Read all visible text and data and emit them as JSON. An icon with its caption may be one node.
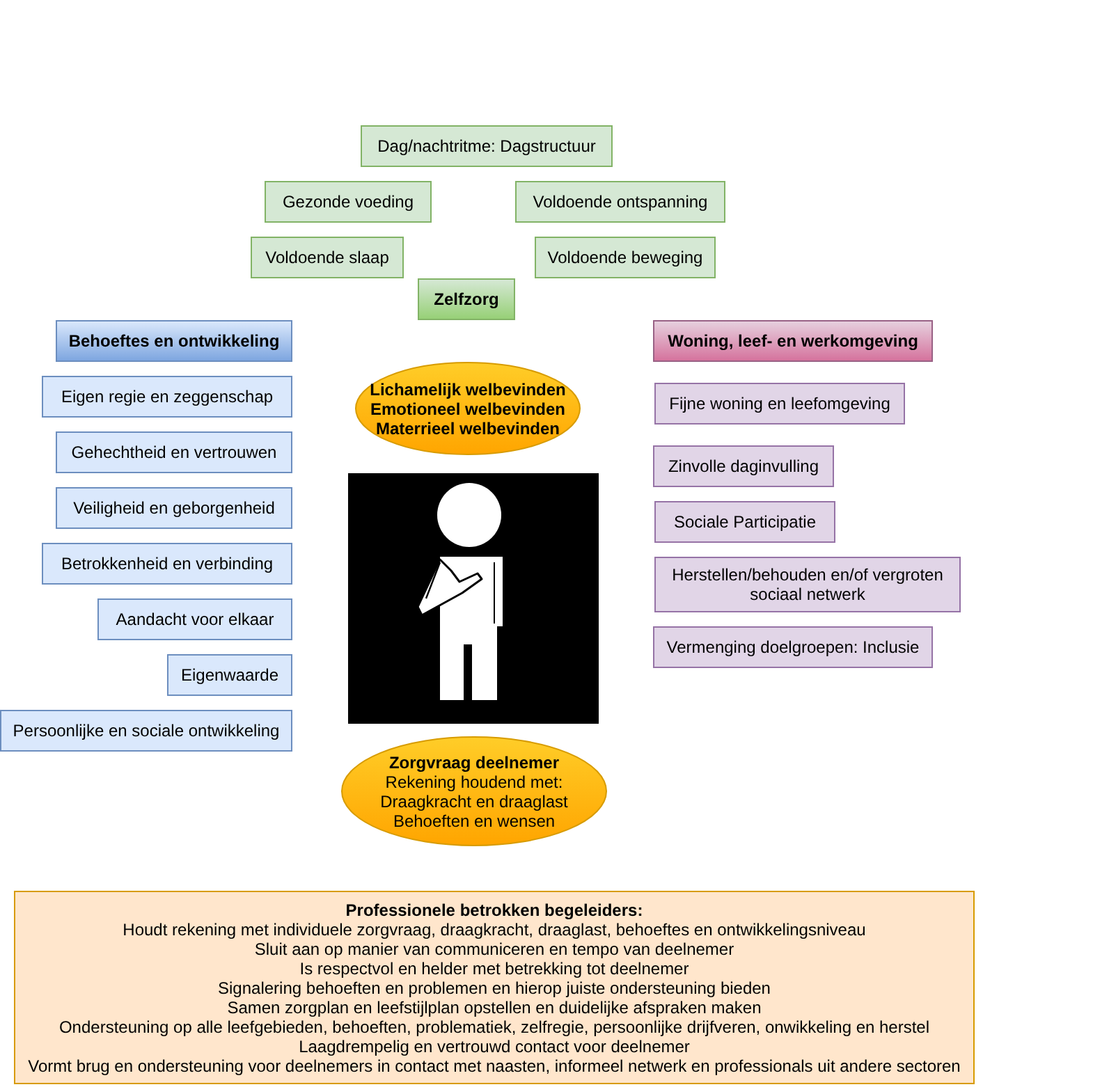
{
  "diagram": {
    "nodes": [
      {
        "text": [
          "Dag/nachtritme: Dagstructuur"
        ]
      },
      {
        "text": [
          "Gezonde voeding"
        ]
      },
      {
        "text": [
          "Voldoende ontspanning"
        ]
      },
      {
        "text": [
          "Voldoende slaap"
        ]
      },
      {
        "text": [
          "Voldoende beweging"
        ]
      },
      {
        "text": [
          "Zelfzorg"
        ]
      },
      {
        "text": [
          "Behoeftes en ontwikkeling"
        ]
      },
      {
        "text": [
          "Eigen regie en zeggenschap"
        ]
      },
      {
        "text": [
          "Gehechtheid en vertrouwen"
        ]
      },
      {
        "text": [
          "Veiligheid en geborgenheid"
        ]
      },
      {
        "text": [
          "Betrokkenheid en verbinding"
        ]
      },
      {
        "text": [
          "Aandacht voor elkaar"
        ]
      },
      {
        "text": [
          "Eigenwaarde"
        ]
      },
      {
        "text": [
          "Persoonlijke en sociale ontwikkeling"
        ]
      },
      {
        "text": [
          "Lichamelijk welbevinden",
          "Emotioneel welbevinden",
          "Materrieel welbevinden"
        ]
      },
      {
        "text": [
          "Zorgvraag deelnemer",
          "Rekening houdend met:",
          "Draagkracht en draaglast",
          "Behoeften en wensen"
        ]
      },
      {
        "text": [
          "Woning, leef- en werkomgeving"
        ]
      },
      {
        "text": [
          "Fijne woning en leefomgeving"
        ]
      },
      {
        "text": [
          "Zinvolle daginvulling"
        ]
      },
      {
        "text": [
          "Sociale Participatie"
        ]
      },
      {
        "text": [
          "Herstellen/behouden en/of vergroten sociaal netwerk"
        ]
      },
      {
        "text": [
          "Vermenging doelgroepen: Inclusie"
        ]
      },
      {
        "text": [
          "Professionele betrokken begeleiders:",
          "Houdt rekening met individuele zorgvraag, draagkracht, draaglast, behoeftes en ontwikkelingsniveau",
          "Sluit aan op manier van communiceren en tempo van deelnemer",
          "Is respectvol en helder met betrekking tot deelnemer",
          "Signalering behoeften en problemen en hierop juiste ondersteuning bieden",
          "Samen zorgplan en leefstijlplan opstellen en duidelijke afspraken maken",
          "Ondersteuning op alle leefgebieden, behoeften, problematiek, zelfregie, persoonlijke drijfveren, onwikkeling en herstel",
          "Laagdrempelig en vertrouwd contact voor deelnemer",
          "Vormt brug en ondersteuning voor deelnemers in contact met naasten, informeel netwerk en professionals uit andere sectoren"
        ]
      }
    ]
  }
}
